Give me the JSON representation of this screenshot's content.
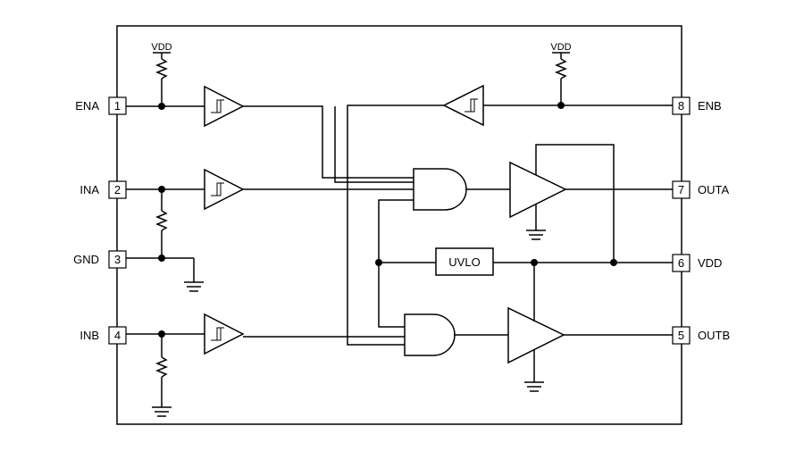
{
  "supply_label": "VDD",
  "uvlo_label": "UVLO",
  "pins": [
    {
      "num": "1",
      "name": "ENA"
    },
    {
      "num": "2",
      "name": "INA"
    },
    {
      "num": "3",
      "name": "GND"
    },
    {
      "num": "4",
      "name": "INB"
    },
    {
      "num": "5",
      "name": "OUTB"
    },
    {
      "num": "6",
      "name": "VDD"
    },
    {
      "num": "7",
      "name": "OUTA"
    },
    {
      "num": "8",
      "name": "ENB"
    }
  ]
}
